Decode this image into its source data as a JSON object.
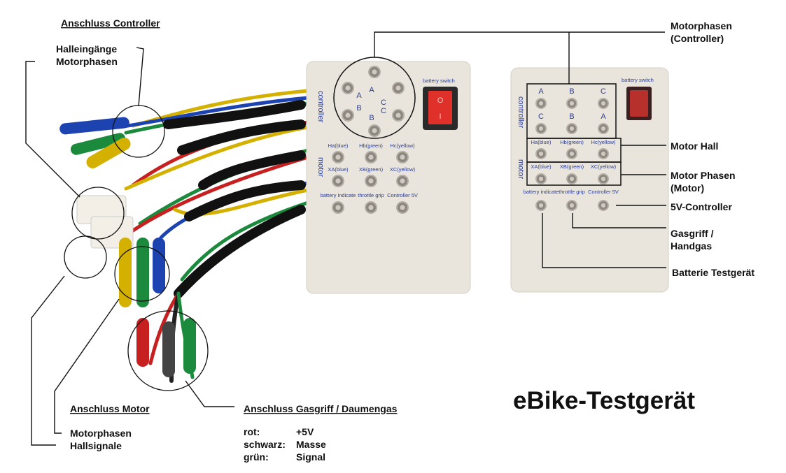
{
  "title": "eBike-Testgerät",
  "left_annotations": {
    "controller_heading": "Anschluss Controller",
    "controller_items": [
      "Halleingänge",
      "Motorphasen"
    ],
    "motor_heading": "Anschluss Motor",
    "motor_items": [
      "Motorphasen",
      "Hallsignale"
    ],
    "throttle_heading": "Anschluss Gasgriff / Daumengas",
    "throttle_legend": [
      {
        "color": "rot:",
        "meaning": "+5V"
      },
      {
        "color": "schwarz:",
        "meaning": "Masse"
      },
      {
        "color": "grün:",
        "meaning": "Signal"
      }
    ]
  },
  "right_annotations": {
    "motorphasen_controller": [
      "Motorphasen",
      "(Controller)"
    ],
    "motor_hall": "Motor Hall",
    "motor_phasen": [
      "Motor Phasen",
      "(Motor)"
    ],
    "controller_5v": "5V-Controller",
    "gasgriff": [
      "Gasgriff /",
      "Handgas"
    ],
    "batterie": "Batterie Testgerät"
  },
  "device": {
    "side_controller": "controller",
    "side_motor": "motor",
    "battery_switch": "battery switch",
    "switch_marks": [
      "O",
      "I"
    ],
    "controller_ring": [
      "A",
      "C",
      "C",
      "B",
      "B",
      "A"
    ],
    "controller_grid": [
      [
        "A",
        "B",
        "C"
      ],
      [
        "C",
        "B",
        "A"
      ]
    ],
    "hall_row": [
      "Ha(blue)",
      "Hb(green)",
      "Hc(yellow)"
    ],
    "phase_row": [
      "XA(blue)",
      "XB(green)",
      "XC(yellow)"
    ],
    "bottom_row": [
      "battery indicate",
      "throttle grip",
      "Controller 5V"
    ]
  },
  "colors": {
    "case": "#e9e5dc",
    "label_blue": "#2a3d9a",
    "switch_red": "#e0302a"
  }
}
